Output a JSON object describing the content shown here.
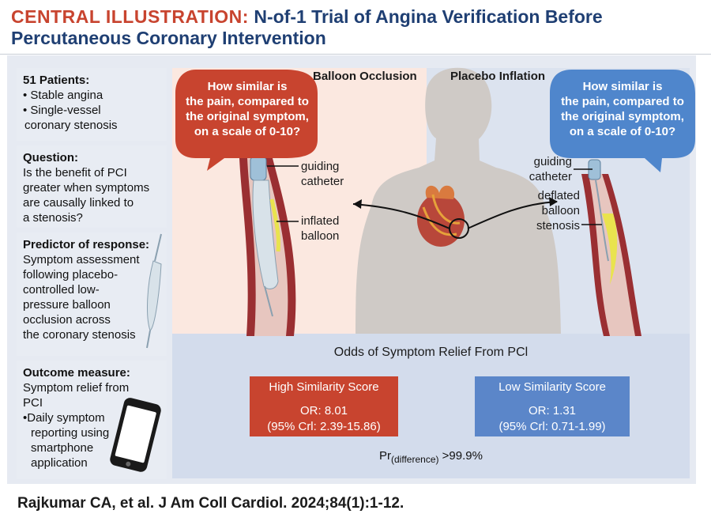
{
  "title": {
    "lead": "CENTRAL ILLUSTRATION:",
    "line1": "N-of-1 Trial of Angina Verification Before",
    "line2": "Percutaneous Coronary Intervention"
  },
  "left_panel": {
    "patients": {
      "heading": "51 Patients:",
      "items": [
        "• Stable angina",
        "• Single-vessel",
        "coronary stenosis"
      ]
    },
    "question": {
      "heading": "Question:",
      "lines": [
        "Is the benefit of PCI",
        "greater when symptoms",
        "are causally linked to",
        "a stenosis?"
      ]
    },
    "predictor": {
      "heading": "Predictor of response:",
      "lines": [
        "Symptom assessment",
        "following placebo-",
        "controlled low-",
        "pressure balloon",
        "occlusion across",
        "the coronary stenosis"
      ]
    },
    "outcome": {
      "heading": "Outcome measure:",
      "lines": [
        "Symptom relief from",
        "PCI",
        "•Daily symptom",
        "reporting using",
        "smartphone",
        "application"
      ]
    }
  },
  "illustration": {
    "balloon_occlusion_label": "Balloon Occlusion",
    "placebo_inflation_label": "Placebo Inflation",
    "bubble_left": [
      "How similar is",
      "the pain, compared to",
      "the original symptom,",
      "on a scale of 0-10?"
    ],
    "bubble_right": [
      "How similar is",
      "the pain, compared to",
      "the original symptom,",
      "on a scale of 0-10?"
    ],
    "left_labels": {
      "guiding": [
        "guiding",
        "catheter"
      ],
      "inflated": [
        "inflated",
        "balloon"
      ]
    },
    "right_labels": {
      "guiding": [
        "guiding",
        "catheter"
      ],
      "deflated": [
        "deflated",
        "balloon"
      ],
      "stenosis": "stenosis"
    }
  },
  "odds": {
    "title": "Odds of Symptom Relief From PCl",
    "high": {
      "heading": "High Similarity Score",
      "or": "OR: 8.01",
      "ci": "(95% Crl: 2.39-15.86)"
    },
    "low": {
      "heading": "Low Similarity Score",
      "or": "OR: 1.31",
      "ci": "(95% Crl: 0.71-1.99)"
    },
    "pr_prefix": "Pr",
    "pr_sub": "(difference)",
    "pr_value": " >99.9%"
  },
  "footer": "Rajkumar CA, et al. J Am Coll Cardiol. 2024;84(1):1-12.",
  "colors": {
    "title_blue": "#1f3f73",
    "accent_red": "#c8442f",
    "bubble_blue": "#4f86cc",
    "low_box_blue": "#5b86c9"
  }
}
